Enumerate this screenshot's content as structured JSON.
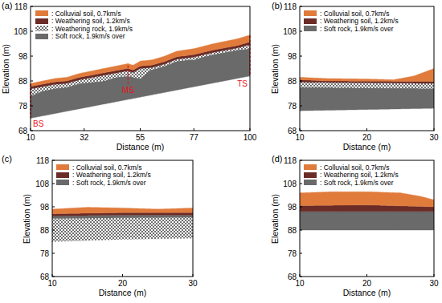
{
  "diagram": {
    "labels": [
      "(a)",
      "118",
      "108",
      "98",
      "88",
      "78",
      "68",
      "10",
      "32",
      "55",
      "77",
      "100",
      "Elevation (m)",
      "Distance (m)",
      "BS",
      "MS",
      "TS",
      "(b)",
      "118",
      "108",
      "98",
      "88",
      "78",
      "68",
      "10",
      "20",
      "30",
      "Elevation (m)",
      "Distance (m)",
      "(c)",
      "118",
      "108",
      "98",
      "88",
      "78",
      "68",
      "10",
      "20",
      "30",
      "Elevation (m)",
      "Distance (m)",
      "(d)",
      "118",
      "108",
      "98",
      "88",
      "78",
      "68",
      "10",
      "20",
      "30",
      "Elevation (m)",
      "Distance (m)"
    ],
    "legend": [
      {
        "text": ": Colluvial soil, 0.7km/s",
        "color": "#e07b3c"
      },
      {
        "text": ": Weathering soil, 1.2km/s",
        "color": "#6b2b26"
      },
      {
        "text": ": Weathering rock, 1.9km/s"
      },
      {
        "text": ": Soft rock, 1.9km/s over",
        "color": "#6a6a6a"
      },
      {
        "text": ": Colluvial soil, 0.7km/s",
        "color": "#e07b3c"
      },
      {
        "text": ": Weathering soil, 1.2km/s",
        "color": "#6b2b26"
      },
      {
        "text": ": Soft rock, 1.9km/s over",
        "color": "#6a6a6a"
      },
      {
        "text": ": Colluvial soil, 0.7km/s",
        "color": "#e07b3c"
      },
      {
        "text": ": Weathering soil, 1.2km/s",
        "color": "#6b2b26"
      },
      {
        "text": ": Soft rock, 1.9km/s over",
        "color": "#6a6a6a"
      },
      {
        "text": ": Colluvial soil, 0.7km/s",
        "color": "#e07b3c"
      },
      {
        "text": ": Weathering soil, 1.2km/s",
        "color": "#6b2b26"
      },
      {
        "text": ": Soft rock, 1.9km/s over",
        "color": "#6a6a6a"
      }
    ]
  }
}
